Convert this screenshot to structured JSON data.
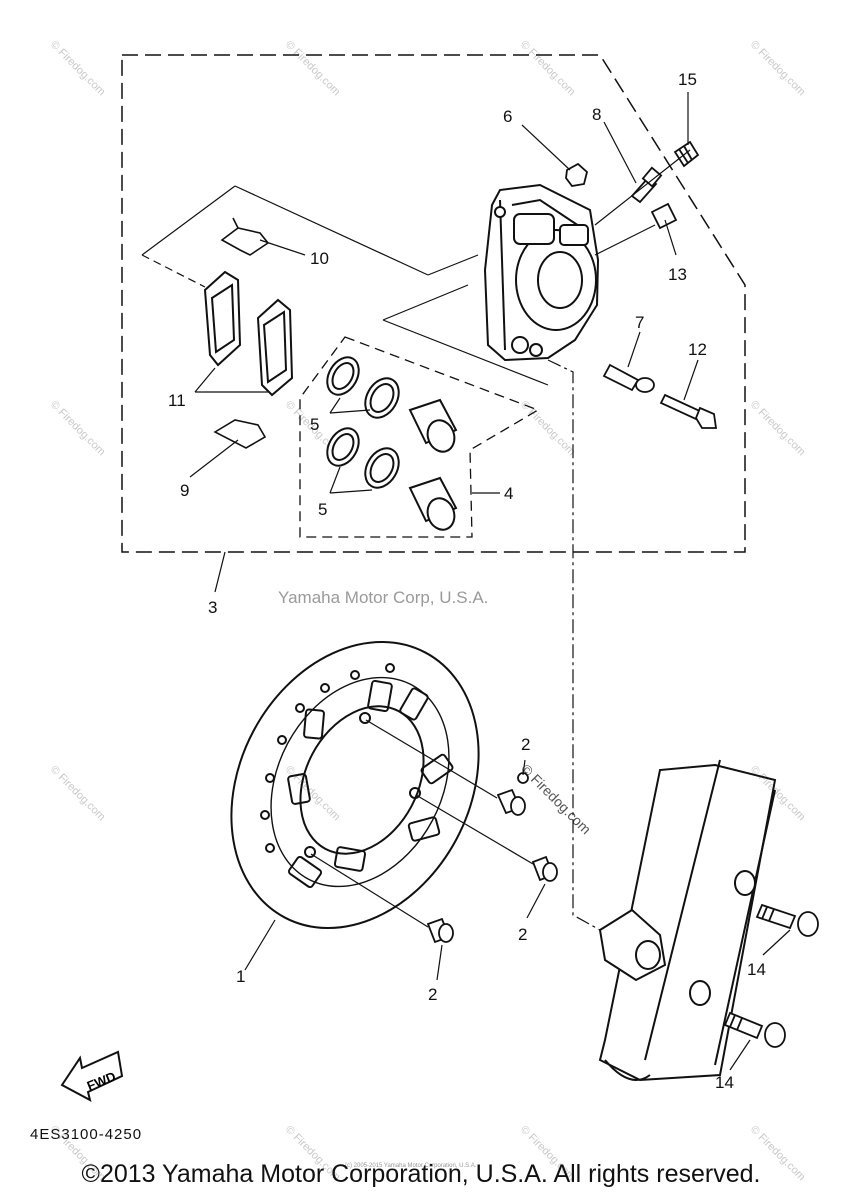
{
  "callouts": {
    "c1": "1",
    "c2a": "2",
    "c2b": "2",
    "c2c": "2",
    "c3": "3",
    "c4": "4",
    "c5a": "5",
    "c5b": "5",
    "c6": "6",
    "c7": "7",
    "c8": "8",
    "c9": "9",
    "c10": "10",
    "c11": "11",
    "c12": "12",
    "c13": "13",
    "c14a": "14",
    "c14b": "14",
    "c15": "15"
  },
  "watermark_corp": "Yamaha Motor Corp, U.S.A.",
  "watermark_firedog": "© Firedog.com",
  "fwd_label": "FWD",
  "part_code": "4ES3100-4250",
  "copyright": "©2013 Yamaha Motor Corporation, U.S.A. All rights reserved.",
  "tiny_notice": "(c) 2005-2015 Yamaha Motor Corporation, U.S.A."
}
